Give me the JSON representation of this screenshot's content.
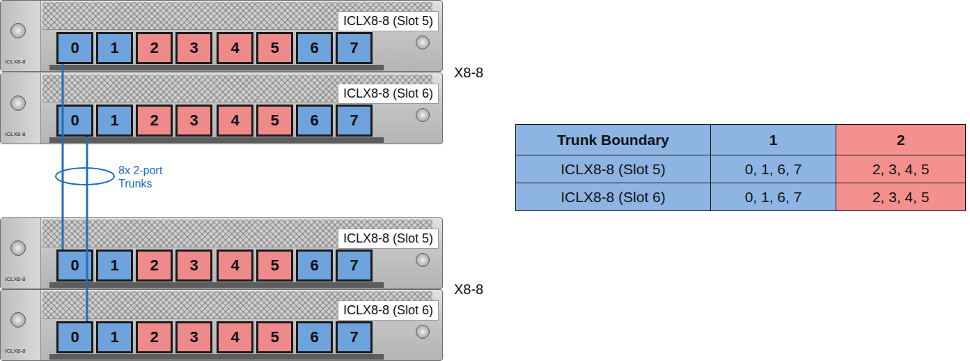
{
  "diagram": {
    "nodes": [
      {
        "text": [
          "ICLX8-8 (Slot 5)",
          "ICLX8-8"
        ]
      },
      {
        "text": [
          "0"
        ],
        "in": 0
      },
      {
        "text": [
          "1"
        ],
        "in": 0
      },
      {
        "text": [
          "2"
        ],
        "in": 0
      },
      {
        "text": [
          "3"
        ],
        "in": 0
      },
      {
        "text": [
          "4"
        ],
        "in": 0
      },
      {
        "text": [
          "5"
        ],
        "in": 0
      },
      {
        "text": [
          "6"
        ],
        "in": 0
      },
      {
        "text": [
          "7"
        ],
        "in": 0
      },
      {
        "text": [
          "ICLX8-8 (Slot 6)",
          "ICLX8-8"
        ]
      },
      {
        "text": [
          "0"
        ],
        "in": 9
      },
      {
        "text": [
          "1"
        ],
        "in": 9
      },
      {
        "text": [
          "2"
        ],
        "in": 9
      },
      {
        "text": [
          "3"
        ],
        "in": 9
      },
      {
        "text": [
          "4"
        ],
        "in": 9
      },
      {
        "text": [
          "5"
        ],
        "in": 9
      },
      {
        "text": [
          "6"
        ],
        "in": 9
      },
      {
        "text": [
          "7"
        ],
        "in": 9
      },
      {
        "text": [
          "ICLX8-8 (Slot 5)",
          "ICLX8-8"
        ]
      },
      {
        "text": [
          "0"
        ],
        "in": 18
      },
      {
        "text": [
          "1"
        ],
        "in": 18
      },
      {
        "text": [
          "2"
        ],
        "in": 18
      },
      {
        "text": [
          "3"
        ],
        "in": 18
      },
      {
        "text": [
          "4"
        ],
        "in": 18
      },
      {
        "text": [
          "5"
        ],
        "in": 18
      },
      {
        "text": [
          "6"
        ],
        "in": 18
      },
      {
        "text": [
          "7"
        ],
        "in": 18
      },
      {
        "text": [
          "ICLX8-8 (Slot 6)",
          "ICLX8-8"
        ]
      },
      {
        "text": [
          "0"
        ],
        "in": 27
      },
      {
        "text": [
          "1"
        ],
        "in": 27
      },
      {
        "text": [
          "2"
        ],
        "in": 27
      },
      {
        "text": [
          "3"
        ],
        "in": 27
      },
      {
        "text": [
          "4"
        ],
        "in": 27
      },
      {
        "text": [
          "5"
        ],
        "in": 27
      },
      {
        "text": [
          "6"
        ],
        "in": 27
      },
      {
        "text": [
          "7"
        ],
        "in": 27
      }
    ],
    "edges": [
      {
        "from": 1,
        "to": 19,
        "arrow": "none"
      },
      {
        "from": 10,
        "to": 28,
        "arrow": "none"
      }
    ],
    "labels": [
      "X8-8",
      "X8-8",
      "8x 2-port Trunks",
      "Trunk Boundary",
      "1",
      "2",
      "ICLX8-8 (Slot 5)",
      "0, 1, 6, 7",
      "2, 3, 4, 5",
      "ICLX8-8 (Slot 6)",
      "0, 1, 6, 7",
      "2, 3, 4, 5"
    ]
  }
}
